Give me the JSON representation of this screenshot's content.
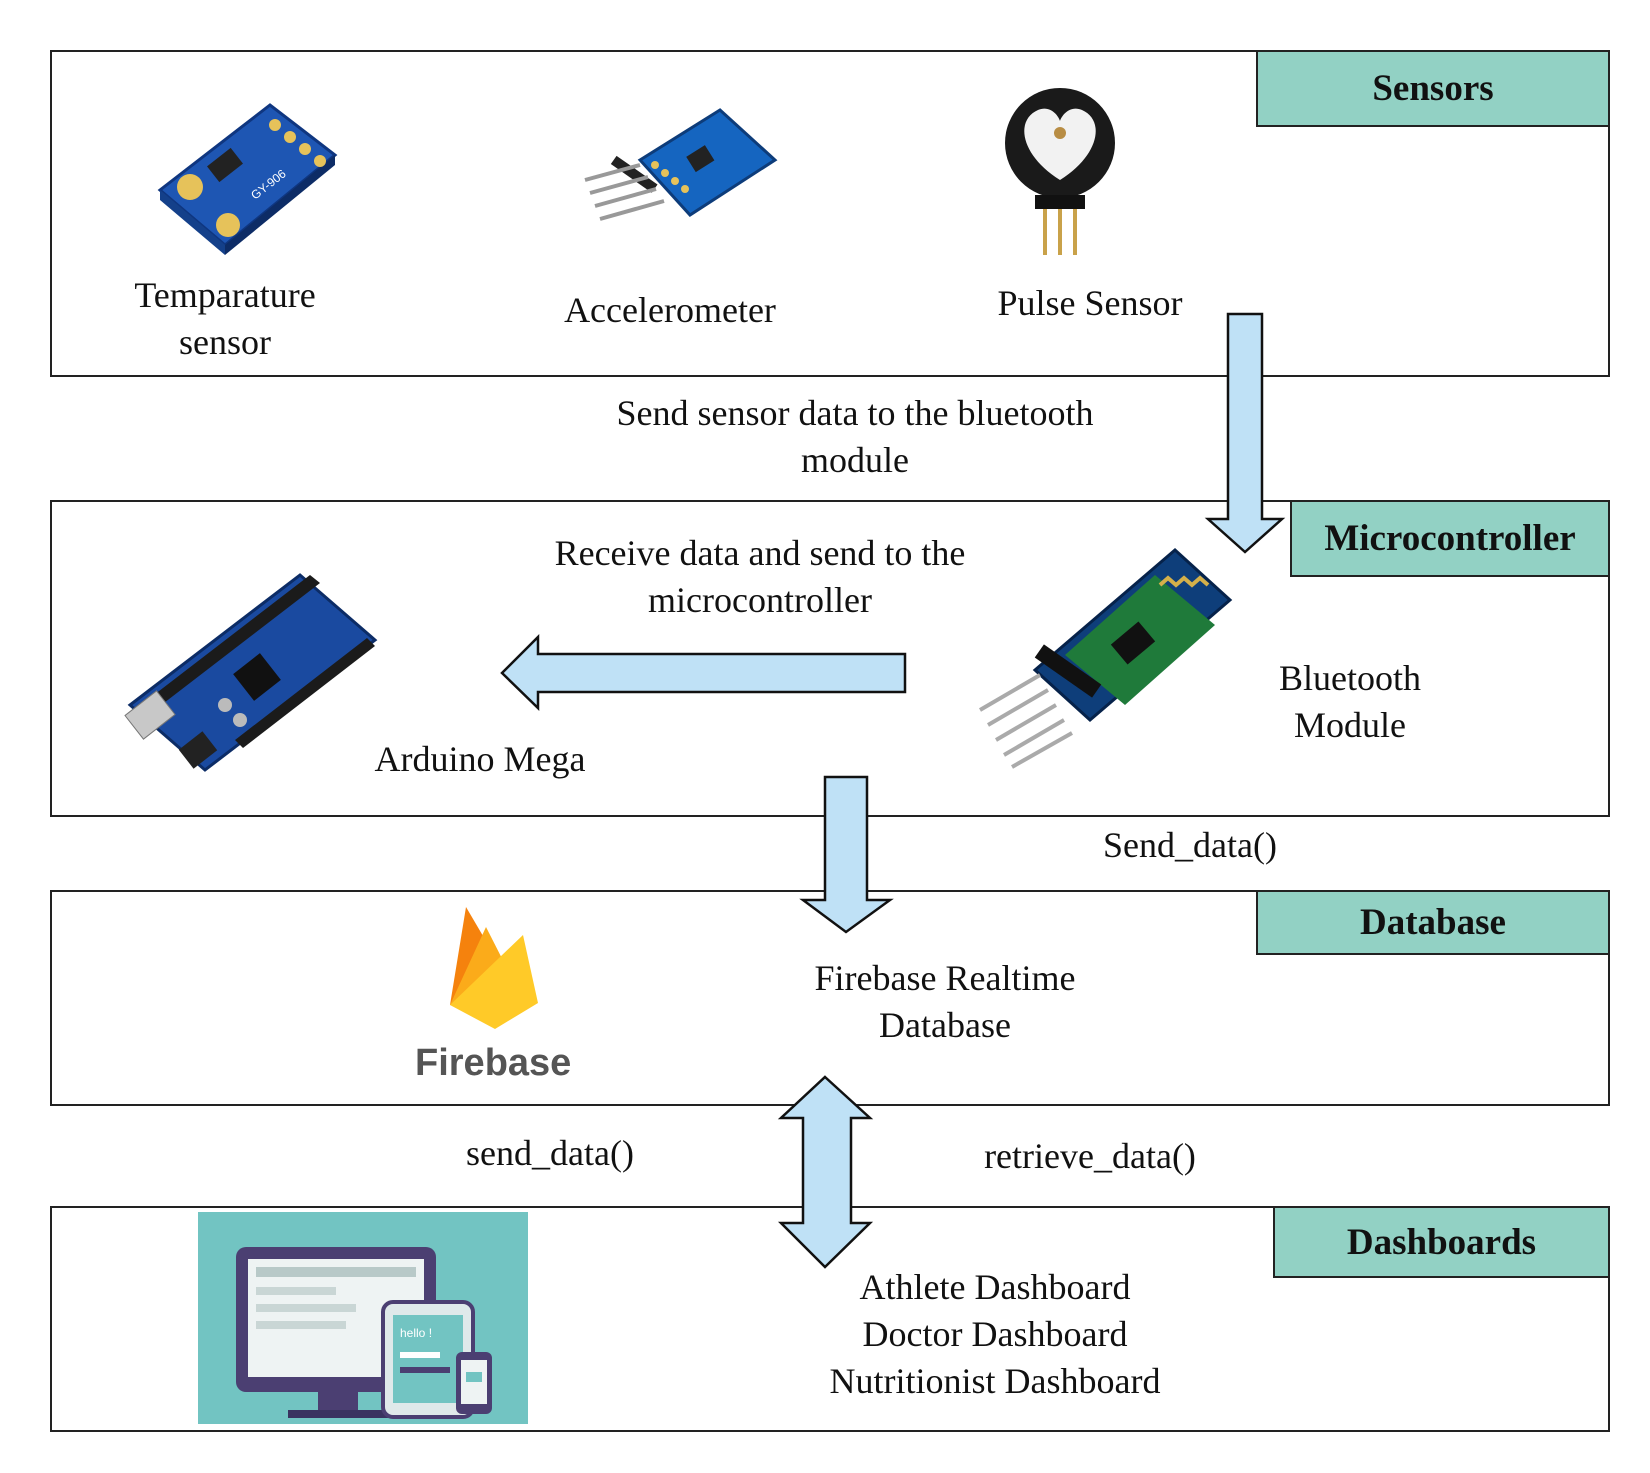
{
  "sections": {
    "sensors": {
      "title": "Sensors",
      "items": [
        {
          "label_lines": [
            "Temparature",
            "sensor"
          ],
          "icon": "temperature-sensor-icon"
        },
        {
          "label_lines": [
            "Accelerometer"
          ],
          "icon": "accelerometer-icon"
        },
        {
          "label_lines": [
            "Pulse Sensor"
          ],
          "icon": "pulse-sensor-icon"
        }
      ]
    },
    "microcontroller": {
      "title": "Microcontroller",
      "arduino_label": "Arduino Mega",
      "bluetooth_label_lines": [
        "Bluetooth",
        "Module"
      ],
      "arrow_label_lines": [
        "Receive data and send to the",
        "microcontroller"
      ]
    },
    "database": {
      "title": "Database",
      "logo_text": "Firebase",
      "label_lines": [
        "Firebase Realtime",
        "Database"
      ]
    },
    "dashboards": {
      "title": "Dashboards",
      "items": [
        "Athlete Dashboard",
        "Doctor Dashboard",
        "Nutritionist Dashboard"
      ],
      "screen_text": "hello !"
    }
  },
  "flows": {
    "sensors_to_bluetooth_lines": [
      "Send sensor data to the bluetooth",
      "module"
    ],
    "micro_to_db": "Send_data()",
    "dash_send": "send_data()",
    "dash_retrieve": "retrieve_data()"
  },
  "colors": {
    "tag_fill": "#92d1c4",
    "arrow_fill": "#bfe1f6",
    "firebase_orange": "#f5820d",
    "firebase_yellow": "#ffca28",
    "dashboard_bg": "#72c4c2"
  }
}
